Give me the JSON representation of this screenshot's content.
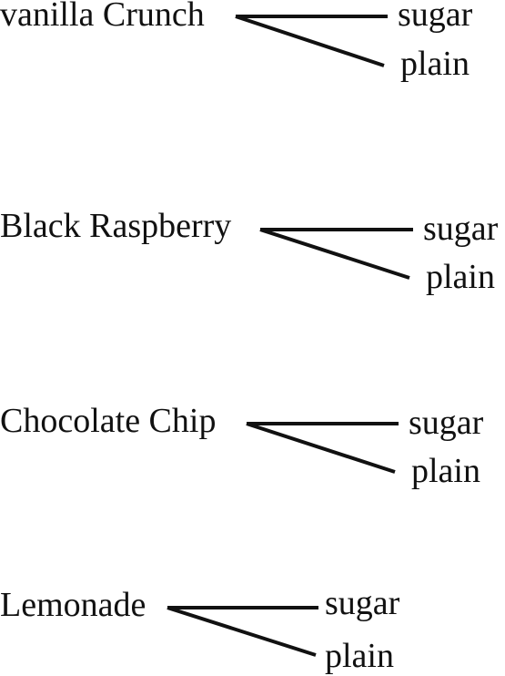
{
  "diagram": {
    "groups": [
      {
        "flavor": "vanilla Crunch",
        "options": [
          "sugar",
          "plain"
        ]
      },
      {
        "flavor": "Black Raspberry",
        "options": [
          "sugar",
          "plain"
        ]
      },
      {
        "flavor": "Chocolate Chip",
        "options": [
          "sugar",
          "plain"
        ]
      },
      {
        "flavor": "Lemonade",
        "options": [
          "sugar",
          "plain"
        ]
      }
    ]
  }
}
